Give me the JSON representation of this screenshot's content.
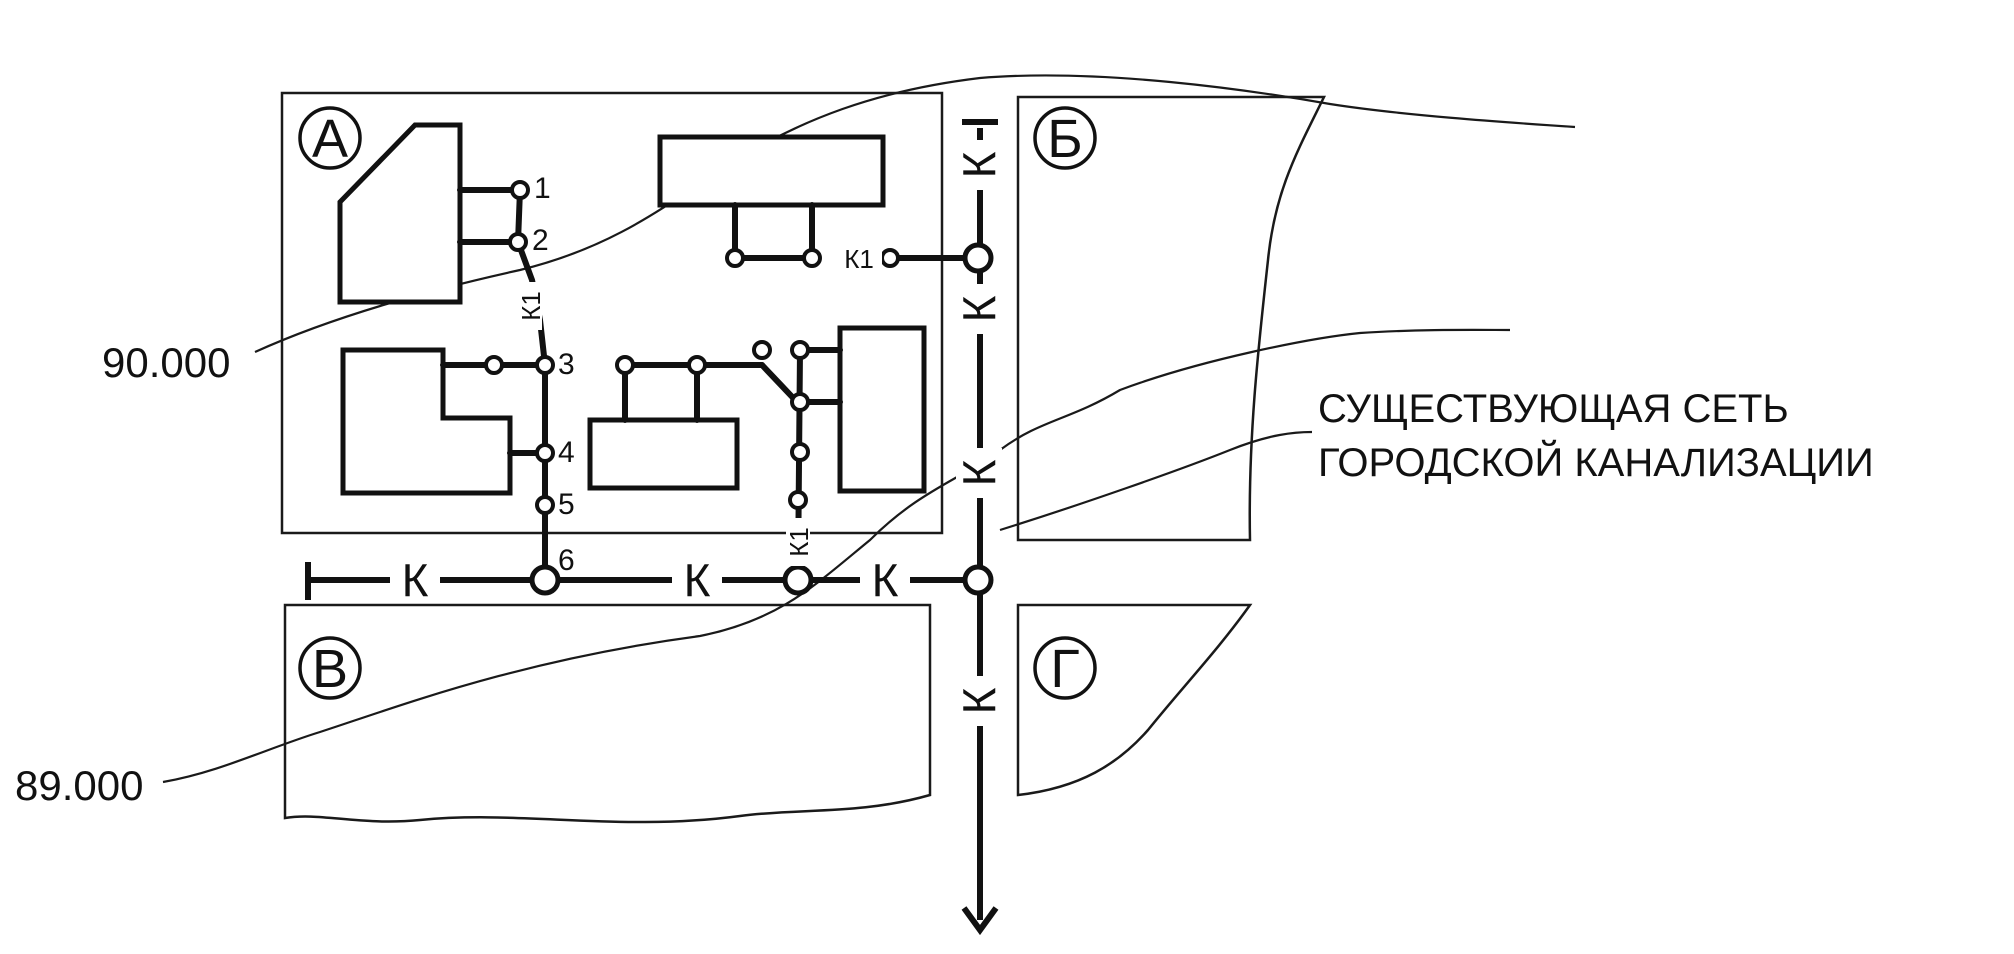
{
  "blocks": {
    "a": "А",
    "b": "Б",
    "v": "В",
    "g": "Г"
  },
  "wells": [
    "1",
    "2",
    "3",
    "4",
    "5",
    "6"
  ],
  "pipe_labels": {
    "yard": "К1",
    "main": "К"
  },
  "elevations": {
    "upper": "90.000",
    "lower": "89.000"
  },
  "note": {
    "line1": "СУЩЕСТВУЮЩАЯ СЕТЬ",
    "line2": "ГОРОДСКОЙ КАНАЛИЗАЦИИ"
  }
}
